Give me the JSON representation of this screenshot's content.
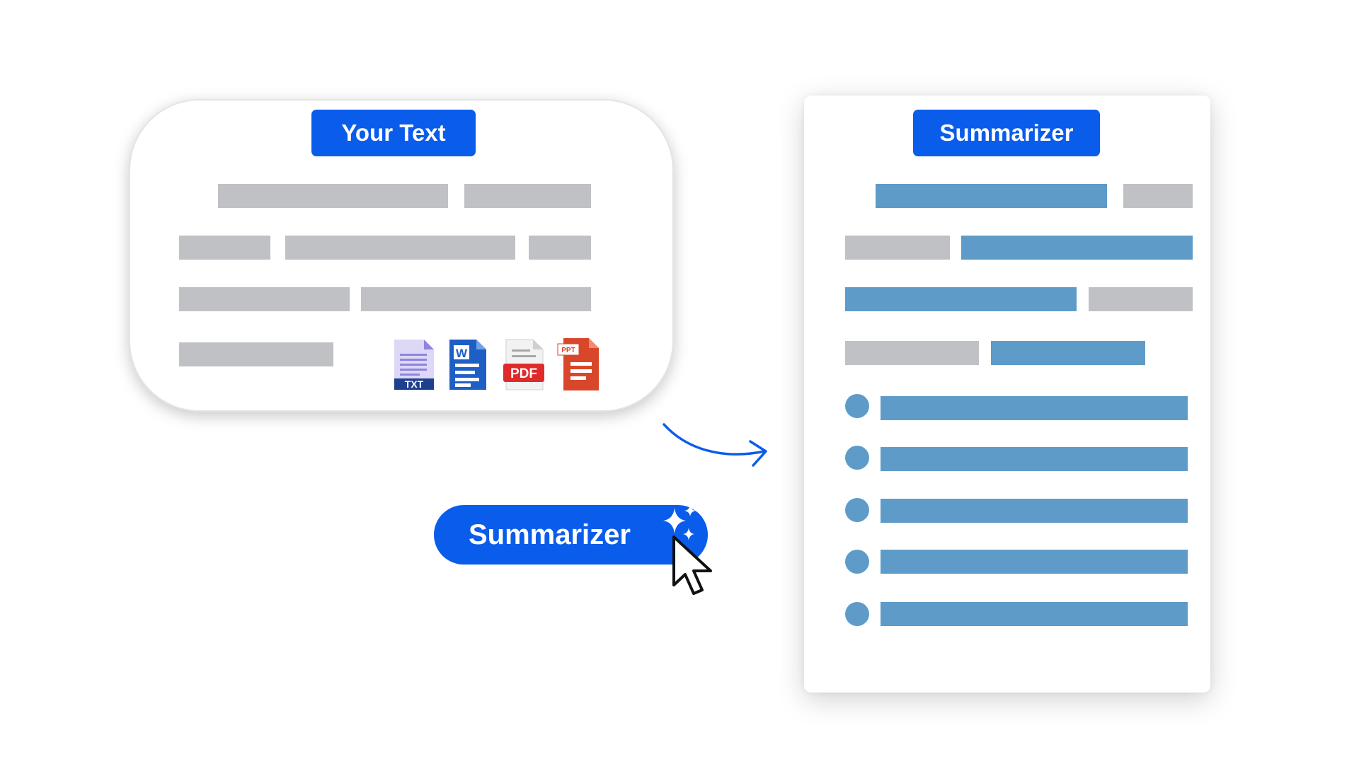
{
  "input_panel": {
    "label": "Your Text",
    "file_types": [
      {
        "name": "txt-file-icon",
        "badge": "TXT",
        "color": "#7a6fd6"
      },
      {
        "name": "word-file-icon",
        "badge": "W",
        "color": "#1e5fc6"
      },
      {
        "name": "pdf-file-icon",
        "badge": "PDF",
        "color": "#e02a2a"
      },
      {
        "name": "ppt-file-icon",
        "badge": "PPT",
        "color": "#d9472b"
      }
    ]
  },
  "output_panel": {
    "label": "Summarizer"
  },
  "action_button": {
    "label": "Summarizer"
  },
  "colors": {
    "accent": "#0a5ceb",
    "highlight_bar": "#5f9bc8",
    "neutral_bar": "#c0c1c4"
  }
}
